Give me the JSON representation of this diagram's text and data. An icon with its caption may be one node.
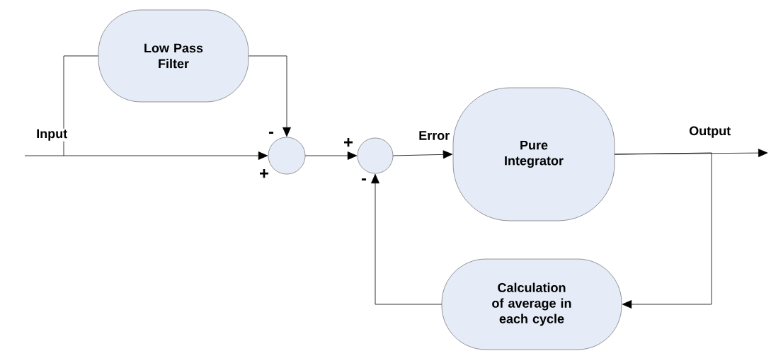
{
  "diagram": {
    "nodes": [
      {
        "text": [
          "Low Pass Filter"
        ]
      },
      {
        "text": [],
        "shape": "circle"
      },
      {
        "text": [],
        "shape": "circle"
      },
      {
        "text": [
          "Pure Integrator"
        ]
      },
      {
        "text": [
          "Calculation of average in each cycle"
        ]
      }
    ],
    "edges": [
      {
        "from": null,
        "to": 1,
        "arrow": "to",
        "label": "Input"
      },
      {
        "from": null,
        "to": 0,
        "arrow": "none"
      },
      {
        "from": 0,
        "to": 1,
        "arrow": "to"
      },
      {
        "from": 1,
        "to": 2,
        "arrow": "to"
      },
      {
        "from": 2,
        "to": 3,
        "arrow": "to",
        "label": "Error"
      },
      {
        "from": 3,
        "to": null,
        "arrow": "to",
        "label": "Output"
      },
      {
        "from": 3,
        "to": 4,
        "arrow": "to"
      },
      {
        "from": 4,
        "to": 2,
        "arrow": "to"
      }
    ],
    "labels": [
      "-",
      "+",
      "+",
      "-"
    ]
  }
}
